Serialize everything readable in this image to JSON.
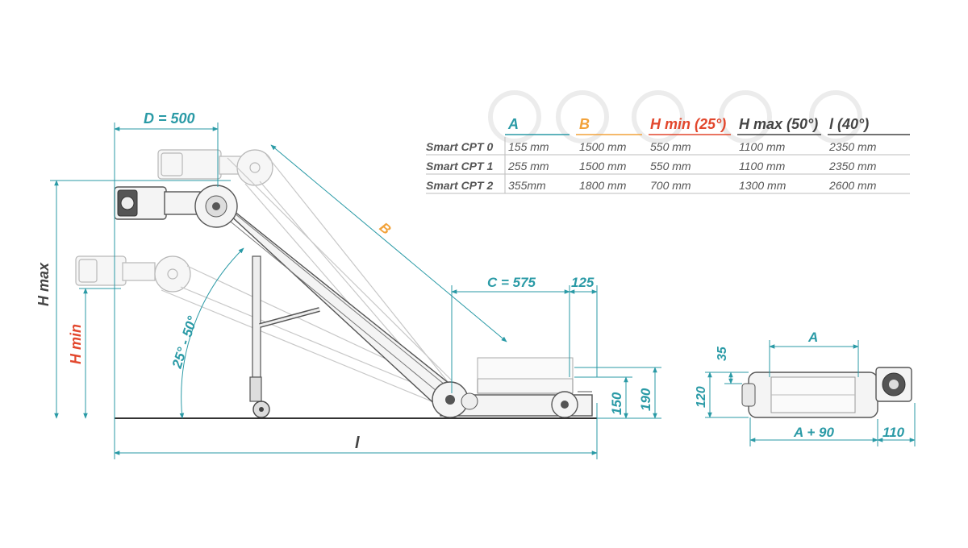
{
  "colors": {
    "teal": "#2a9aa6",
    "orange": "#f2a23a",
    "red": "#e2472d",
    "dark": "#444444"
  },
  "dimensions": {
    "d": "D = 500",
    "b": "B",
    "c": "C = 575",
    "c_extra": "125",
    "h_max": "H max",
    "h_min": "H min",
    "angle": "25° - 50°",
    "l": "l",
    "h150": "150",
    "h190": "190",
    "side_a": "A",
    "side_35": "35",
    "side_120": "120",
    "side_a90": "A + 90",
    "side_110": "110"
  },
  "table": {
    "headers": [
      {
        "label": "A",
        "color": "teal"
      },
      {
        "label": "B",
        "color": "orange"
      },
      {
        "label": "H min (25°)",
        "color": "red"
      },
      {
        "label": "H max (50°)",
        "color": "dark"
      },
      {
        "label": "l (40°)",
        "color": "dark"
      }
    ],
    "rows": [
      {
        "label": "Smart CPT 0",
        "cells": [
          "155 mm",
          "1500 mm",
          "550 mm",
          "1100 mm",
          "2350 mm"
        ]
      },
      {
        "label": "Smart CPT 1",
        "cells": [
          "255 mm",
          "1500 mm",
          "550 mm",
          "1100 mm",
          "2350 mm"
        ]
      },
      {
        "label": "Smart CPT 2",
        "cells": [
          "355mm",
          "1800 mm",
          "700 mm",
          "1300 mm",
          "2600 mm"
        ]
      }
    ]
  }
}
